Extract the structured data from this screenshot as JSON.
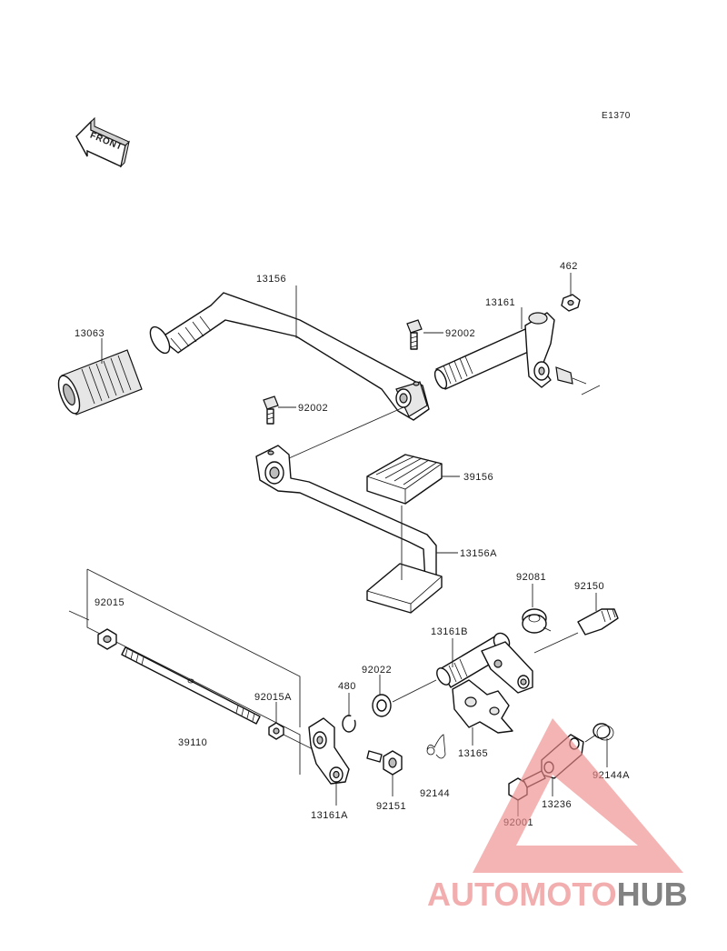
{
  "diagram": {
    "code": "E1370",
    "front_label": "FRONT",
    "parts": [
      {
        "id": "p13156",
        "num": "13156"
      },
      {
        "id": "p13063",
        "num": "13063"
      },
      {
        "id": "p92002a",
        "num": "92002"
      },
      {
        "id": "p13161",
        "num": "13161"
      },
      {
        "id": "p462",
        "num": "462"
      },
      {
        "id": "p92002b",
        "num": "92002"
      },
      {
        "id": "p39156",
        "num": "39156"
      },
      {
        "id": "p13156A",
        "num": "13156A"
      },
      {
        "id": "p92015",
        "num": "92015"
      },
      {
        "id": "p92081",
        "num": "92081"
      },
      {
        "id": "p92150",
        "num": "92150"
      },
      {
        "id": "p13161B",
        "num": "13161B"
      },
      {
        "id": "p92022",
        "num": "92022"
      },
      {
        "id": "p480",
        "num": "480"
      },
      {
        "id": "p92015A",
        "num": "92015A"
      },
      {
        "id": "p39110",
        "num": "39110"
      },
      {
        "id": "p13165",
        "num": "13165"
      },
      {
        "id": "p92144",
        "num": "92144"
      },
      {
        "id": "p13161A",
        "num": "13161A"
      },
      {
        "id": "p92151",
        "num": "92151"
      },
      {
        "id": "p13236",
        "num": "13236"
      },
      {
        "id": "p92001",
        "num": "92001"
      },
      {
        "id": "p92144A",
        "num": "92144A"
      }
    ]
  },
  "watermark": {
    "part1": "AUTOMOTO",
    "part2": "HUB",
    "color1": "#f0a1a1",
    "color2": "#6d6d6d",
    "triangle_color": "#f08a8a"
  }
}
